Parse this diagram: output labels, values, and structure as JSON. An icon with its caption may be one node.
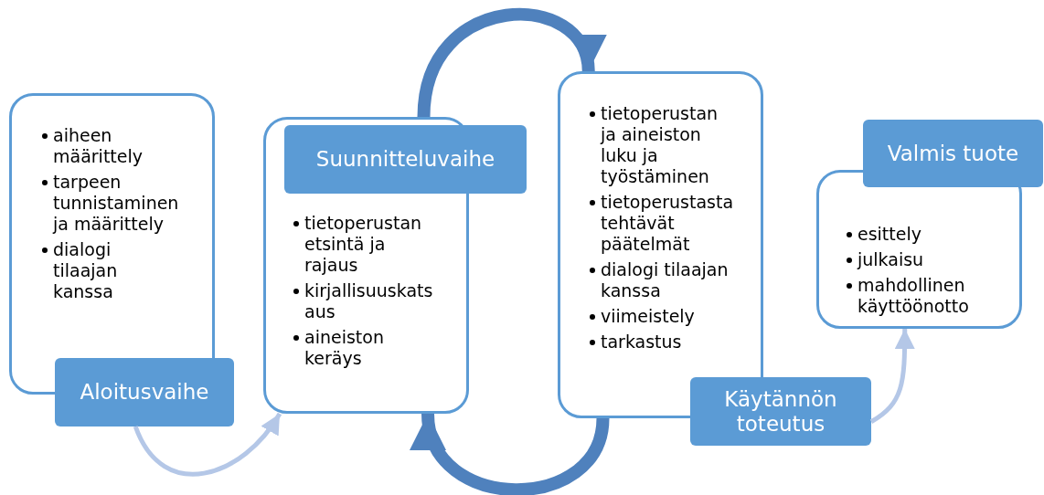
{
  "diagram": {
    "nodes": [
      {
        "text": [
          "aiheen määrittely",
          "tarpeen tunnistaminen ja määrittely",
          "dialogi tilaajan kanssa"
        ]
      },
      {
        "text": [
          "Aloitusvaihe"
        ]
      },
      {
        "text": [
          "tietoperustan etsintä ja rajaus",
          "kirjallisuuskatsaus",
          "aineiston keräys"
        ]
      },
      {
        "text": [
          "Suunnitteluvaihe"
        ]
      },
      {
        "text": [
          "tietoperustan ja aineiston luku ja työstäminen",
          "tietoperustasta tehtävät päätelmät",
          "dialogi tilaajan kanssa",
          "viimeistely",
          "tarkastus"
        ]
      },
      {
        "text": [
          "Käytännön toteutus"
        ]
      },
      {
        "text": [
          "esittely",
          "julkaisu",
          "mahdollinen käyttöönotto"
        ]
      },
      {
        "text": [
          "Valmis tuote"
        ]
      }
    ],
    "edges": [
      {
        "from": 1,
        "to": 2,
        "arrow": "to",
        "color": "#b4c7e7"
      },
      {
        "from": 2,
        "to": 4,
        "arrow": "to",
        "style": "thick",
        "color": "#4f81bd"
      },
      {
        "from": 4,
        "to": 2,
        "arrow": "to",
        "style": "thick",
        "color": "#4f81bd"
      },
      {
        "from": 5,
        "to": 6,
        "arrow": "to",
        "color": "#b4c7e7"
      }
    ]
  }
}
